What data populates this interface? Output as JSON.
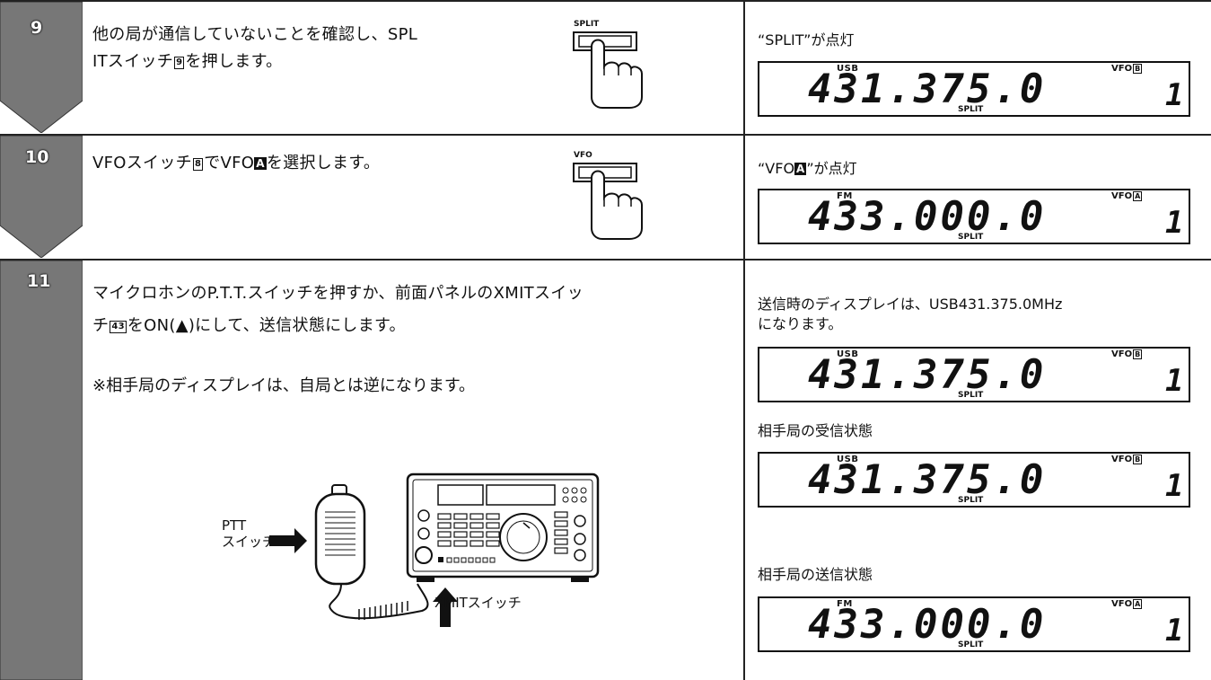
{
  "steps": [
    {
      "number": "9",
      "text_line1": "他の局が通信していないことを確認し、SPL",
      "text_line2_pre": "ITスイッチ",
      "text_line2_key": "9",
      "text_line2_post": "を押します。",
      "key_label": "SPLIT",
      "right_caption": "“SPLIT”が点灯",
      "display": {
        "mode": "USB",
        "vfo": "VFO",
        "vfo_letter": "B",
        "freq": "431.375.0",
        "split": "SPLIT",
        "ch": "1"
      }
    },
    {
      "number": "10",
      "text_pre": "VFOスイッチ",
      "text_key": "8",
      "text_mid": "でVFO",
      "text_letter": "A",
      "text_post": "を選択します。",
      "key_label": "VFO",
      "right_caption_pre": "“VFO",
      "right_caption_letter": "A",
      "right_caption_post": "”が点灯",
      "display": {
        "mode": "FM",
        "vfo": "VFO",
        "vfo_letter": "A",
        "freq": "433.000.0",
        "split": "SPLIT",
        "ch": "1"
      }
    },
    {
      "number": "11",
      "text_line1": "マイクロホンのP.T.T.スイッチを押すか、前面パネルのXMITスイッ",
      "text_line2_pre": "チ",
      "text_line2_key": "43",
      "text_line2_post": "をON(▲)にして、送信状態にします。",
      "note": "※相手局のディスプレイは、自局とは逆になります。",
      "ptt_label_1": "PTT",
      "ptt_label_2": "スイッチ",
      "xmit_label": "XMITスイッチ",
      "caption_tx_1": "送信時のディスプレイは、USB431.375.0MHz",
      "caption_tx_2": "になります。",
      "caption_rx": "相手局の受信状態",
      "caption_partner_tx": "相手局の送信状態",
      "display_tx": {
        "mode": "USB",
        "vfo": "VFO",
        "vfo_letter": "B",
        "freq": "431.375.0",
        "split": "SPLIT",
        "ch": "1"
      },
      "display_rx": {
        "mode": "USB",
        "vfo": "VFO",
        "vfo_letter": "B",
        "freq": "431.375.0",
        "split": "SPLIT",
        "ch": "1"
      },
      "display_partner_tx": {
        "mode": "FM",
        "vfo": "VFO",
        "vfo_letter": "A",
        "freq": "433.000.0",
        "split": "SPLIT",
        "ch": "1"
      }
    }
  ],
  "colors": {
    "ink": "#111111",
    "arrow_fill": "#777777"
  }
}
